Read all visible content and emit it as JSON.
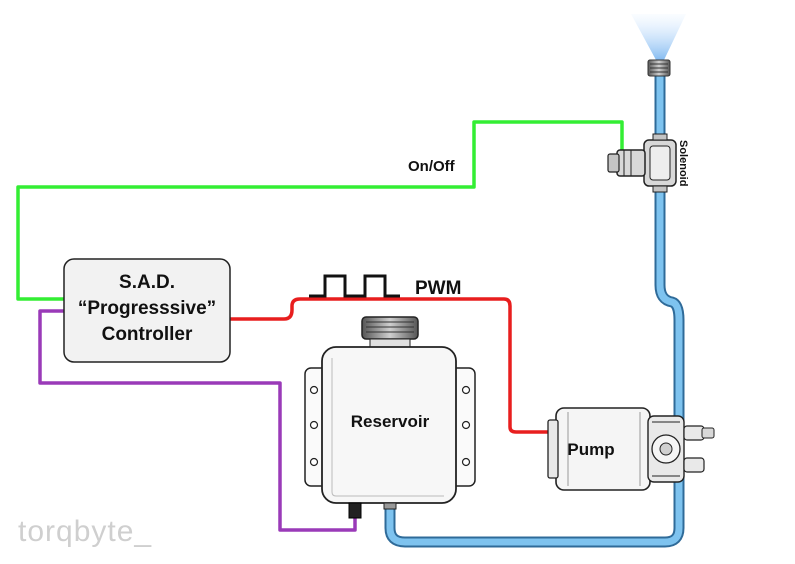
{
  "labels": {
    "on_off": "On/Off",
    "pwm": "PWM",
    "solenoid": "Solenoid",
    "controller_line1": "S.A.D.",
    "controller_line2": "“Progresssive”",
    "controller_line3": "Controller",
    "reservoir": "Reservoir",
    "pump": "Pump",
    "brand": "torqbyte_"
  },
  "colors": {
    "on_off_wire": "#33ee33",
    "pwm_wire": "#e81e1e",
    "sensor_wire": "#9a3ab8",
    "fluid_line": "#6ab7e8",
    "fluid_line_outline": "#2f6b99",
    "brand_text": "#cfcfcf"
  },
  "icons": {
    "pwm_signal": "square-wave-icon",
    "nozzle": "spray-nozzle-icon",
    "solenoid": "solenoid-valve-icon"
  }
}
